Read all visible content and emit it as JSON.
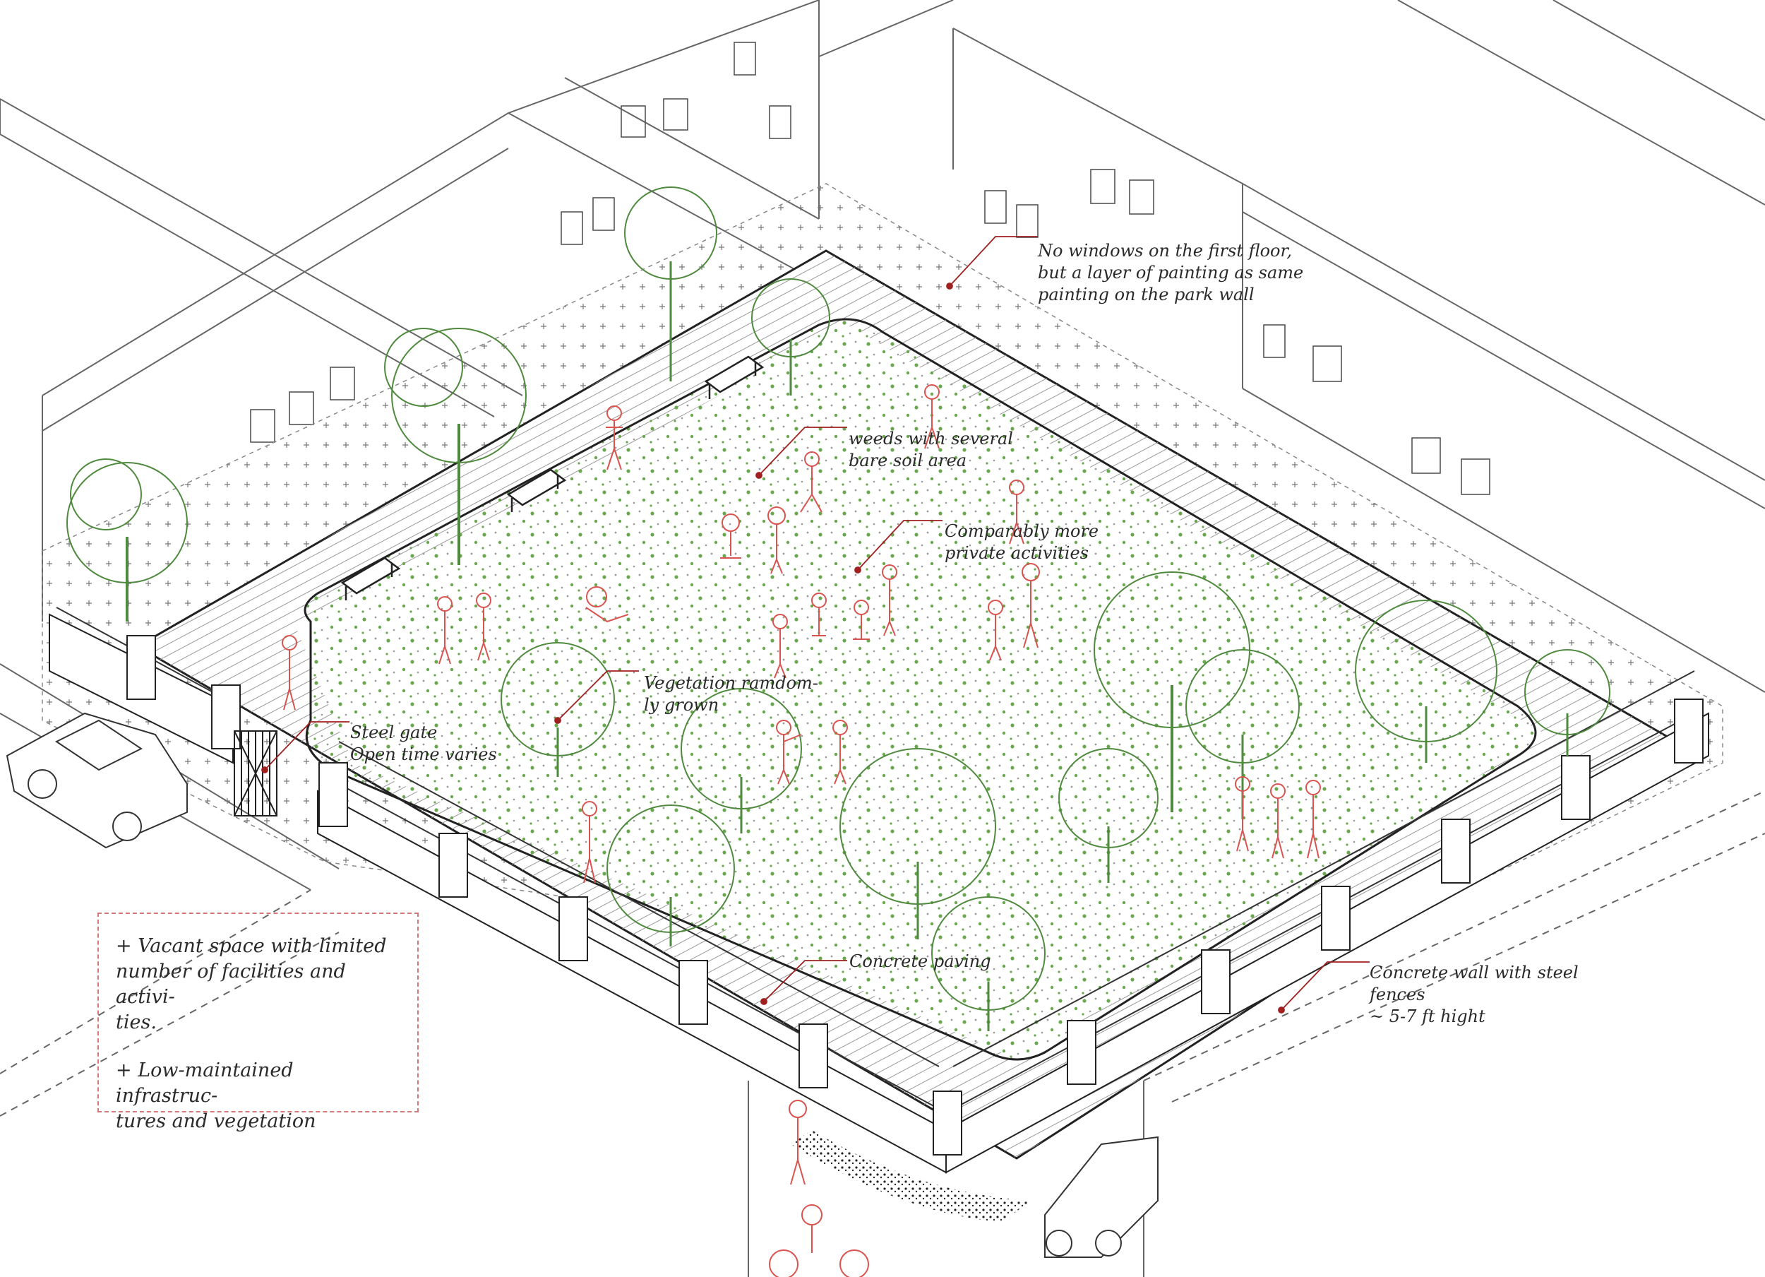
{
  "annotations": {
    "windows": "No windows on the first floor,\nbut a layer of painting as same\npainting on the park wall",
    "weeds": "weeds with several\nbare soil area",
    "private": "Comparably more\nprivate activities",
    "vegetation": "Vegetation ramdom-\nly grown",
    "gate": "Steel gate\nOpen time varies",
    "paving": "Concrete paving",
    "wall": "Concrete wall with steel\nfences\n~ 5-7 ft hight"
  },
  "notes": [
    "+ Vacant space with limited\nnumber of facilities and activi-\nties.",
    "+ Low-maintained infrastruc-\ntures and vegetation"
  ],
  "colors": {
    "line": "#5a5a5a",
    "vegetation": "#4f8a3e",
    "people": "#d9534f",
    "leader": "#a02020",
    "note_border": "#d27a7a"
  },
  "icons": [
    "tree-icon",
    "bench-icon",
    "person-icon",
    "car-icon",
    "gate-icon"
  ]
}
